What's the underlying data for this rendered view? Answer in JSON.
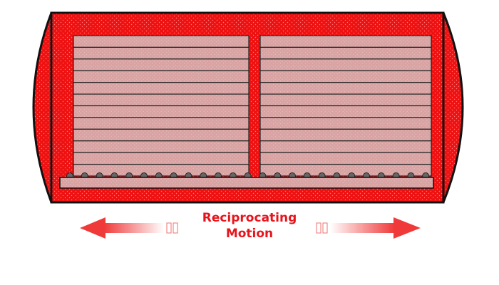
{
  "labels": {
    "motion_line1": "Reciprocating",
    "motion_line2": "Motion"
  },
  "colors": {
    "vessel_fill": "#ee1111",
    "outline": "#111111",
    "tray_fill": "#d9a3a3",
    "arrow_red": "#f03a3a",
    "label_red": "#e8141c"
  },
  "diagram": {
    "tray_stacks": 2,
    "trays_per_stack": 12,
    "motion": "horizontal-reciprocating"
  }
}
